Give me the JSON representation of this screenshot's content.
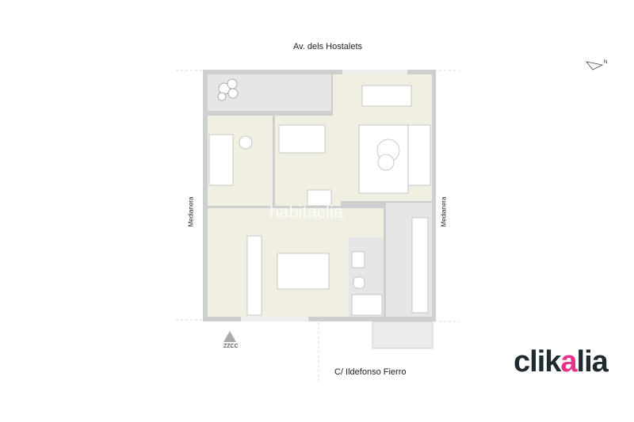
{
  "streets": {
    "top": "Av. dels Hostalets",
    "bottom": "C/ Ildefonso Fierro"
  },
  "side_labels": {
    "left": "Medianera",
    "right": "Medianera"
  },
  "entrance_marker": {
    "label": "ZZCC",
    "icon": "triangle-icon"
  },
  "compass": {
    "label": "N",
    "icon": "north-arrow-icon"
  },
  "watermark": "habitaclia",
  "logo": {
    "text_before": "clik",
    "accent": "a",
    "text_after": "lia",
    "accent_color": "#e8318a",
    "text_color": "#1f2a30"
  },
  "colors": {
    "wall": "#c8c8c8",
    "floor_wood": "#f1eee2",
    "floor_tile": "#e6e6e6"
  }
}
